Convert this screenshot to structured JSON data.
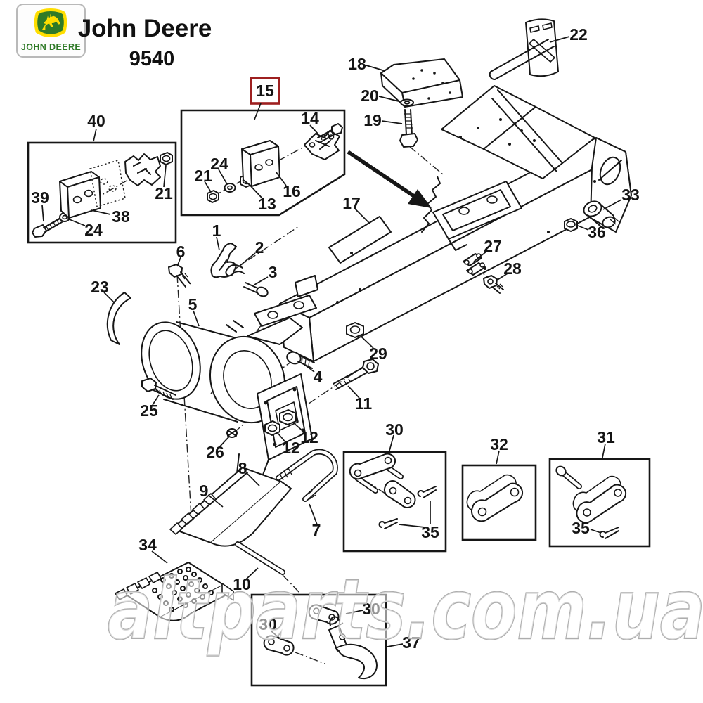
{
  "brand": {
    "logo_caption": "JOHN DEERE",
    "name": "John Deere",
    "model": "9540"
  },
  "watermark": {
    "text": "altparts.com.ua"
  },
  "colors": {
    "jd_green": "#2f7a27",
    "jd_yellow": "#ffde00",
    "highlight_red": "#9e2020",
    "line": "#161616",
    "watermark_gray": "#adadad"
  },
  "highlighted_part": "15",
  "labels": [
    {
      "id": "40",
      "text": "40"
    },
    {
      "id": "39",
      "text": "39"
    },
    {
      "id": "38",
      "text": "38"
    },
    {
      "id": "24a",
      "text": "24"
    },
    {
      "id": "21a",
      "text": "21"
    },
    {
      "id": "15",
      "text": "15"
    },
    {
      "id": "14",
      "text": "14"
    },
    {
      "id": "24b",
      "text": "24"
    },
    {
      "id": "21b",
      "text": "21"
    },
    {
      "id": "13",
      "text": "13"
    },
    {
      "id": "16",
      "text": "16"
    },
    {
      "id": "17",
      "text": "17"
    },
    {
      "id": "18",
      "text": "18"
    },
    {
      "id": "20",
      "text": "20"
    },
    {
      "id": "19",
      "text": "19"
    },
    {
      "id": "22",
      "text": "22"
    },
    {
      "id": "33",
      "text": "33"
    },
    {
      "id": "36",
      "text": "36"
    },
    {
      "id": "27",
      "text": "27"
    },
    {
      "id": "28",
      "text": "28"
    },
    {
      "id": "29",
      "text": "29"
    },
    {
      "id": "1",
      "text": "1"
    },
    {
      "id": "2",
      "text": "2"
    },
    {
      "id": "3",
      "text": "3"
    },
    {
      "id": "6",
      "text": "6"
    },
    {
      "id": "23",
      "text": "23"
    },
    {
      "id": "5",
      "text": "5"
    },
    {
      "id": "25",
      "text": "25"
    },
    {
      "id": "4",
      "text": "4"
    },
    {
      "id": "11",
      "text": "11"
    },
    {
      "id": "12a",
      "text": "12"
    },
    {
      "id": "12b",
      "text": "12"
    },
    {
      "id": "26",
      "text": "26"
    },
    {
      "id": "8",
      "text": "8"
    },
    {
      "id": "9",
      "text": "9"
    },
    {
      "id": "7",
      "text": "7"
    },
    {
      "id": "34",
      "text": "34"
    },
    {
      "id": "10",
      "text": "10"
    },
    {
      "id": "30a",
      "text": "30"
    },
    {
      "id": "35a",
      "text": "35"
    },
    {
      "id": "32",
      "text": "32"
    },
    {
      "id": "31",
      "text": "31"
    },
    {
      "id": "35b",
      "text": "35"
    },
    {
      "id": "30b",
      "text": "30"
    },
    {
      "id": "30c",
      "text": "30"
    },
    {
      "id": "37",
      "text": "37"
    }
  ]
}
